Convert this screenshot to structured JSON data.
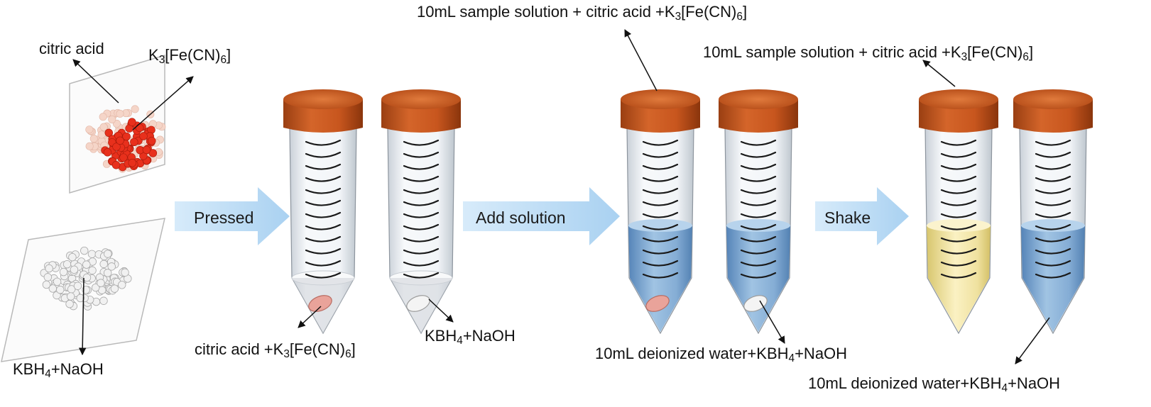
{
  "panel1": {
    "label_citric": "citric acid",
    "label_k3_prefix": "K",
    "label_k3_sub1": "3",
    "label_k3_mid": "[Fe(CN)",
    "label_k3_sub2": "6",
    "label_k3_suffix": "]",
    "label_kbh_prefix": "KBH",
    "label_kbh_sub": "4",
    "label_kbh_suffix": "+NaOH"
  },
  "steps": {
    "step1": "Pressed",
    "step2": "Add solution",
    "step3": "Shake"
  },
  "tubes_pressed": {
    "label_a_prefix": "citric acid +K",
    "label_a_sub1": "3",
    "label_a_mid": "[Fe(CN)",
    "label_a_sub2": "6",
    "label_a_suffix": "]",
    "label_b_prefix": "KBH",
    "label_b_sub": "4",
    "label_b_suffix": "+NaOH"
  },
  "tubes_solution": {
    "top_prefix": "10mL sample solution + citric acid +K",
    "top_sub1": "3",
    "top_mid": "[Fe(CN)",
    "top_sub2": "6",
    "top_suffix": "]",
    "bottom_prefix": "10mL deionized water+KBH",
    "bottom_sub": "4",
    "bottom_suffix": "+NaOH"
  },
  "tubes_shake": {
    "top_prefix": "10mL sample solution + citric acid +K",
    "top_sub1": "3",
    "top_mid": "[Fe(CN)",
    "top_sub2": "6",
    "top_suffix": "]",
    "bottom_prefix": "10mL deionized water+KBH",
    "bottom_sub": "4",
    "bottom_suffix": "+NaOH"
  },
  "colors": {
    "cap": "#c8561e",
    "cap_dark": "#8f3a10",
    "tube_glass": "#e9eef3",
    "liquid_blue": "#6f9ccc",
    "liquid_yellow": "#e8d98a",
    "tablet_pink": "#e9a39a",
    "particle_red": "#e8301c",
    "particle_pale": "#f5d5c8",
    "arrow_fill": "#bcdcf4"
  }
}
